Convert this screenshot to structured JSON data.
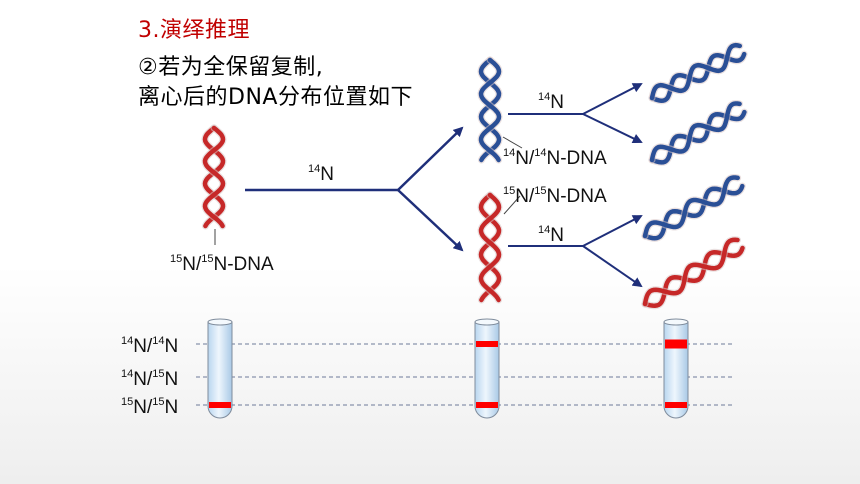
{
  "heading": "3.演绎推理",
  "subtitle_line1": "②若为全保留复制,",
  "subtitle_line2": "离心后的DNA分布位置如下",
  "labels": {
    "parent_dna": {
      "sup1": "15",
      "a": "N/",
      "sup2": "15",
      "b": "N-DNA"
    },
    "medium_main": {
      "sup": "14",
      "a": "N"
    },
    "upper_dna": {
      "sup1": "14",
      "a": "N/",
      "sup2": "14",
      "b": "N-DNA"
    },
    "lower_dna": {
      "sup1": "15",
      "a": "N/",
      "sup2": "15",
      "b": "N-DNA"
    },
    "medium_upper": {
      "sup": "14",
      "a": "N"
    },
    "medium_lower": {
      "sup": "14",
      "a": "N"
    }
  },
  "band_labels": [
    {
      "sup1": "14",
      "a": "N/",
      "sup2": "14",
      "b": "N"
    },
    {
      "sup1": "14",
      "a": "N/",
      "sup2": "15",
      "b": "N"
    },
    {
      "sup1": "15",
      "a": "N/",
      "sup2": "15",
      "b": "N"
    }
  ],
  "tubes": [
    {
      "bands": [
        "heavy"
      ]
    },
    {
      "bands": [
        "light",
        "heavy"
      ]
    },
    {
      "bands": [
        "light",
        "heavy"
      ]
    }
  ],
  "colors": {
    "heading": "#c00000",
    "heavy_strand": "#c62828",
    "light_strand": "#2a4f96",
    "arrow": "#1f2f7a",
    "band": "#ff0000",
    "tube": "#d6e9f8"
  }
}
